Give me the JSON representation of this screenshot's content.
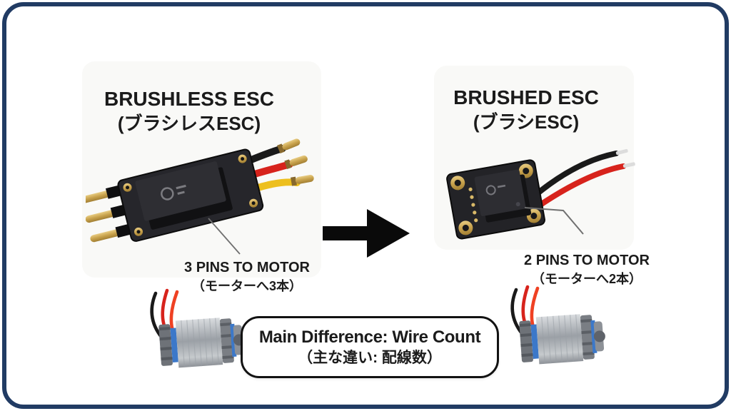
{
  "left_section": {
    "title_line1": "BRUSHLESS ESC",
    "title_line2": "(ブラシレスESC)",
    "pin_label_line1": "3 PINS TO MOTOR",
    "pin_label_line2": "（モーターへ3本）"
  },
  "right_section": {
    "title_line1": "BRUSHED ESC",
    "title_line2": "(ブラシESC)",
    "pin_label_line1": "2 PINS TO MOTOR",
    "pin_label_line2": "（モーターへ2本）"
  },
  "note_box": {
    "line1": "Main Difference: Wire Count",
    "line2": "（主な違い: 配線数）"
  },
  "icons": {
    "arrow": "right-arrow",
    "brushless_esc": "brushless-esc-photo",
    "brushed_esc": "brushed-esc-photo",
    "motor_left": "dc-motor-photo",
    "motor_right": "dc-motor-photo"
  },
  "colors": {
    "frame_border": "#213b63",
    "text": "#1b1b1b",
    "arrow": "#0a0a0a",
    "note_border": "#121212",
    "wire_black": "#1a1a1a",
    "wire_red": "#d7231c",
    "wire_yellow": "#edbf1e",
    "connector_gold": "#c8a24c",
    "pcb_dark": "#232327",
    "motor_silver": "#b7bbc1",
    "motor_blue": "#3c78c9"
  }
}
